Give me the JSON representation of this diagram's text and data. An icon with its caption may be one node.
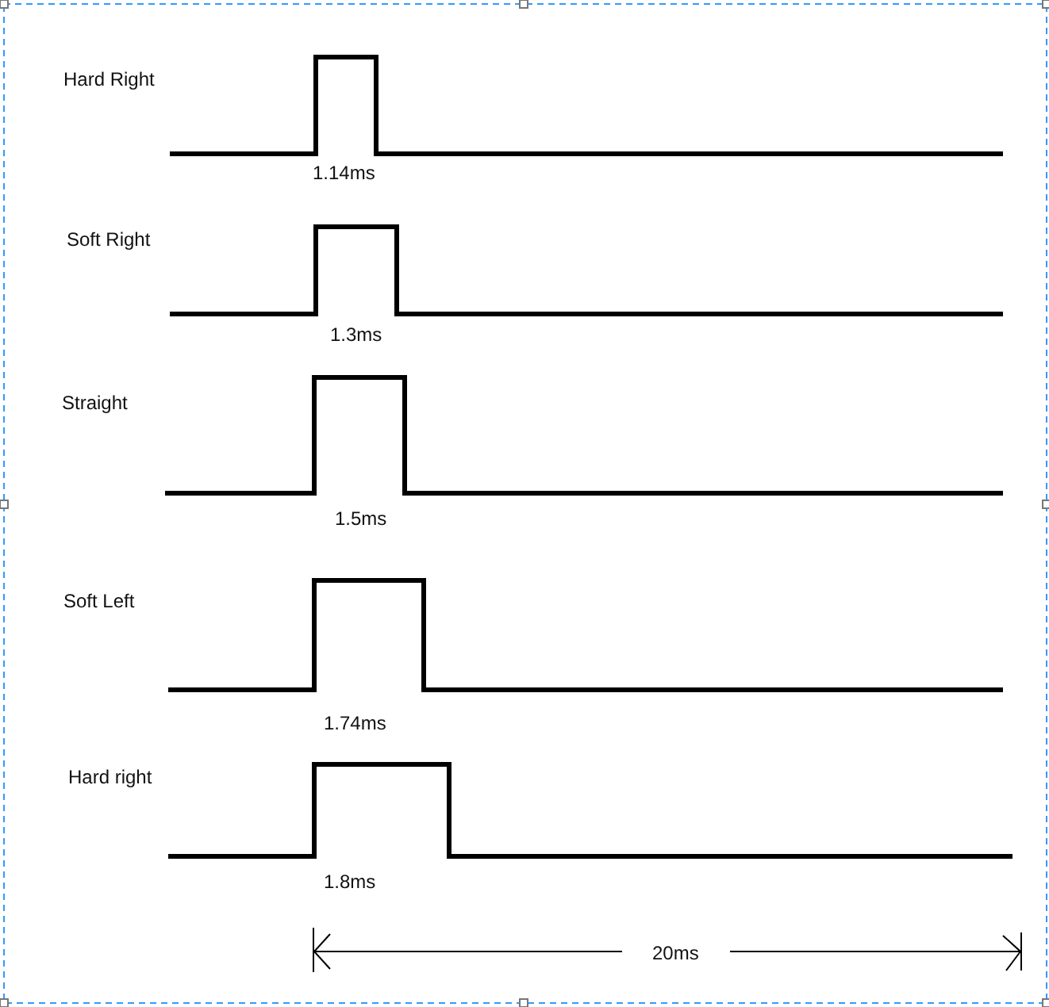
{
  "diagram": {
    "labels": [
      "Hard Right",
      "1.14ms",
      "Soft Right",
      "1.3ms",
      "Straight",
      "1.5ms",
      "Soft Left",
      "1.74ms",
      "Hard right",
      "1.8ms",
      "20ms"
    ]
  }
}
